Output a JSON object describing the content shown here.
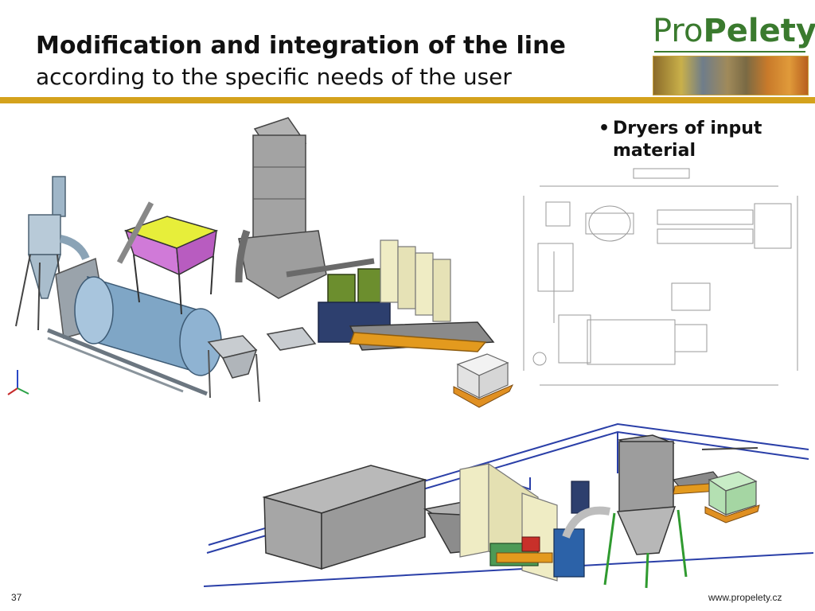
{
  "slide": {
    "title": "Modification and integration of the line",
    "subtitle": "according to the specific needs of the user",
    "logo": {
      "pro": "Pro",
      "pelety": "Pelety"
    },
    "bullets": [
      {
        "text": "Dryers of input material"
      }
    ],
    "page_number": "37",
    "website": "www.propelety.cz"
  },
  "colors": {
    "accent_rule": "#d4a21c",
    "logo_green": "#3a7a2e"
  },
  "icons": [
    "bullet-dot-icon",
    "axis-gizmo-icon"
  ]
}
